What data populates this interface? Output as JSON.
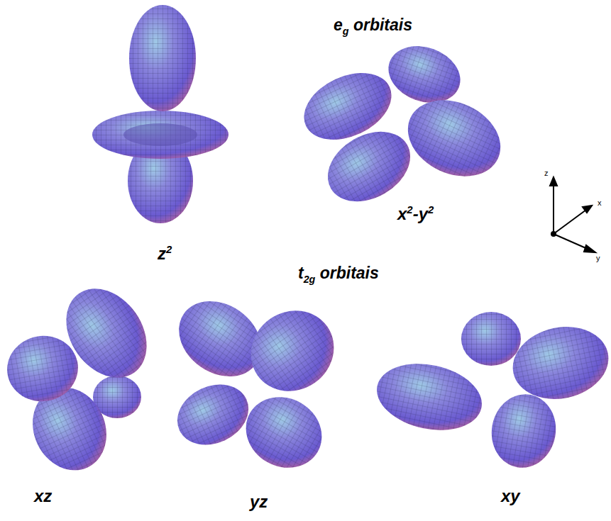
{
  "diagram": {
    "labels": [
      "eg orbitais",
      "x2-y2",
      "z2",
      "t2g orbitais",
      "xz",
      "yz",
      "xy",
      "z",
      "x",
      "y"
    ]
  }
}
